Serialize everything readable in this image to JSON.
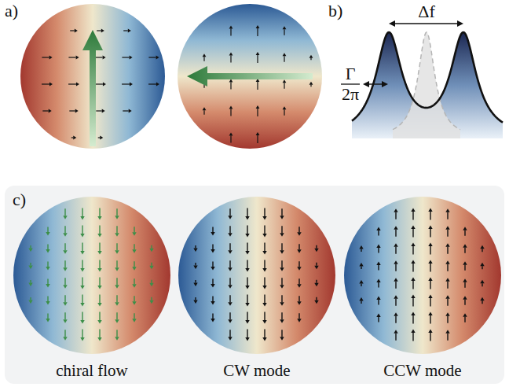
{
  "diagram": {
    "labels": [
      "a)",
      "b)",
      "Δf",
      "Γ",
      "2π",
      "c)",
      "chiral flow",
      "CW mode",
      "CCW mode"
    ]
  }
}
